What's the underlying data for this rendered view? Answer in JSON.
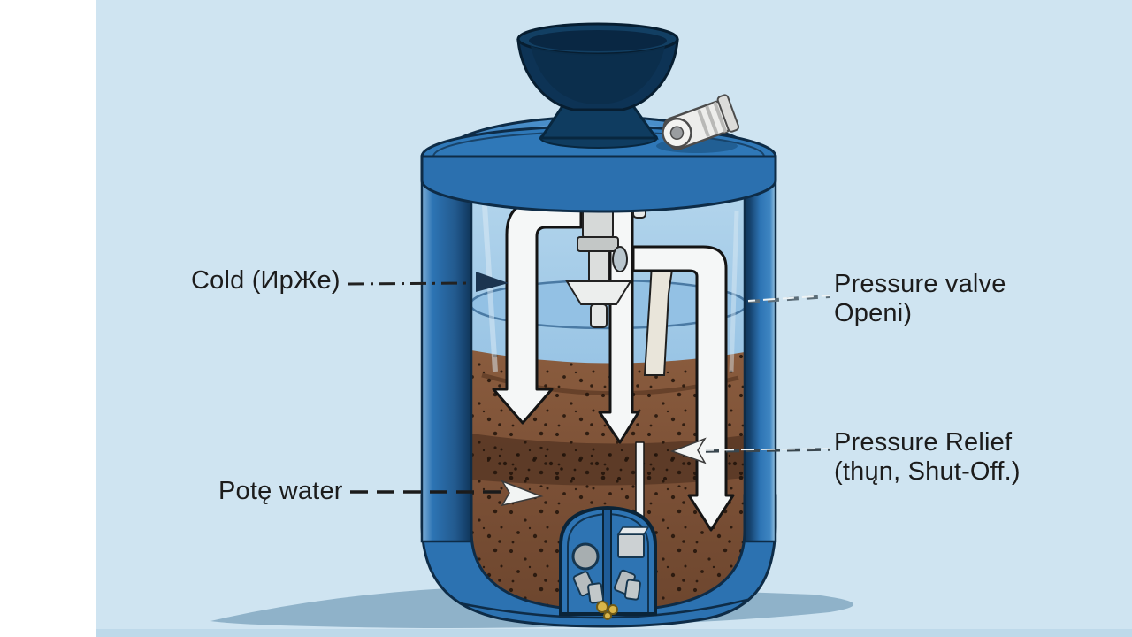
{
  "scene": {
    "description": "Cutaway illustration of a blue water-treatment tank with funnel, pipes, filter media and labels",
    "background_color": "#cfe4f1",
    "left_strip_color": "#ffffff",
    "floor_strip_color": "#bed9ea"
  },
  "labels": {
    "cold": {
      "text": "Cold (ИрЖе)"
    },
    "pote_water": {
      "text": "Potę water"
    },
    "pressure_valve": {
      "line1": "Pressure valve",
      "line2": "Openi)"
    },
    "pressure_relief": {
      "line1": "Pressure Relief",
      "line2": "(thųn, Shut-Off.)"
    }
  },
  "colors": {
    "tank_blue": "#2d74b4",
    "tank_outline": "#0e2c47",
    "lid_blue": "#3580c0",
    "bowl_navy": "#0d3354",
    "water_blue": "#7fb3da",
    "media_brown": "#82553a",
    "media_dark_band": "#5a3826",
    "pipe_white": "#f5f7f7",
    "inner_tube_beige": "#e9e5da",
    "shadow_blue": "#8fb2c9",
    "brass_yellow": "#d9b64a",
    "label_text": "#1c1c1c"
  }
}
